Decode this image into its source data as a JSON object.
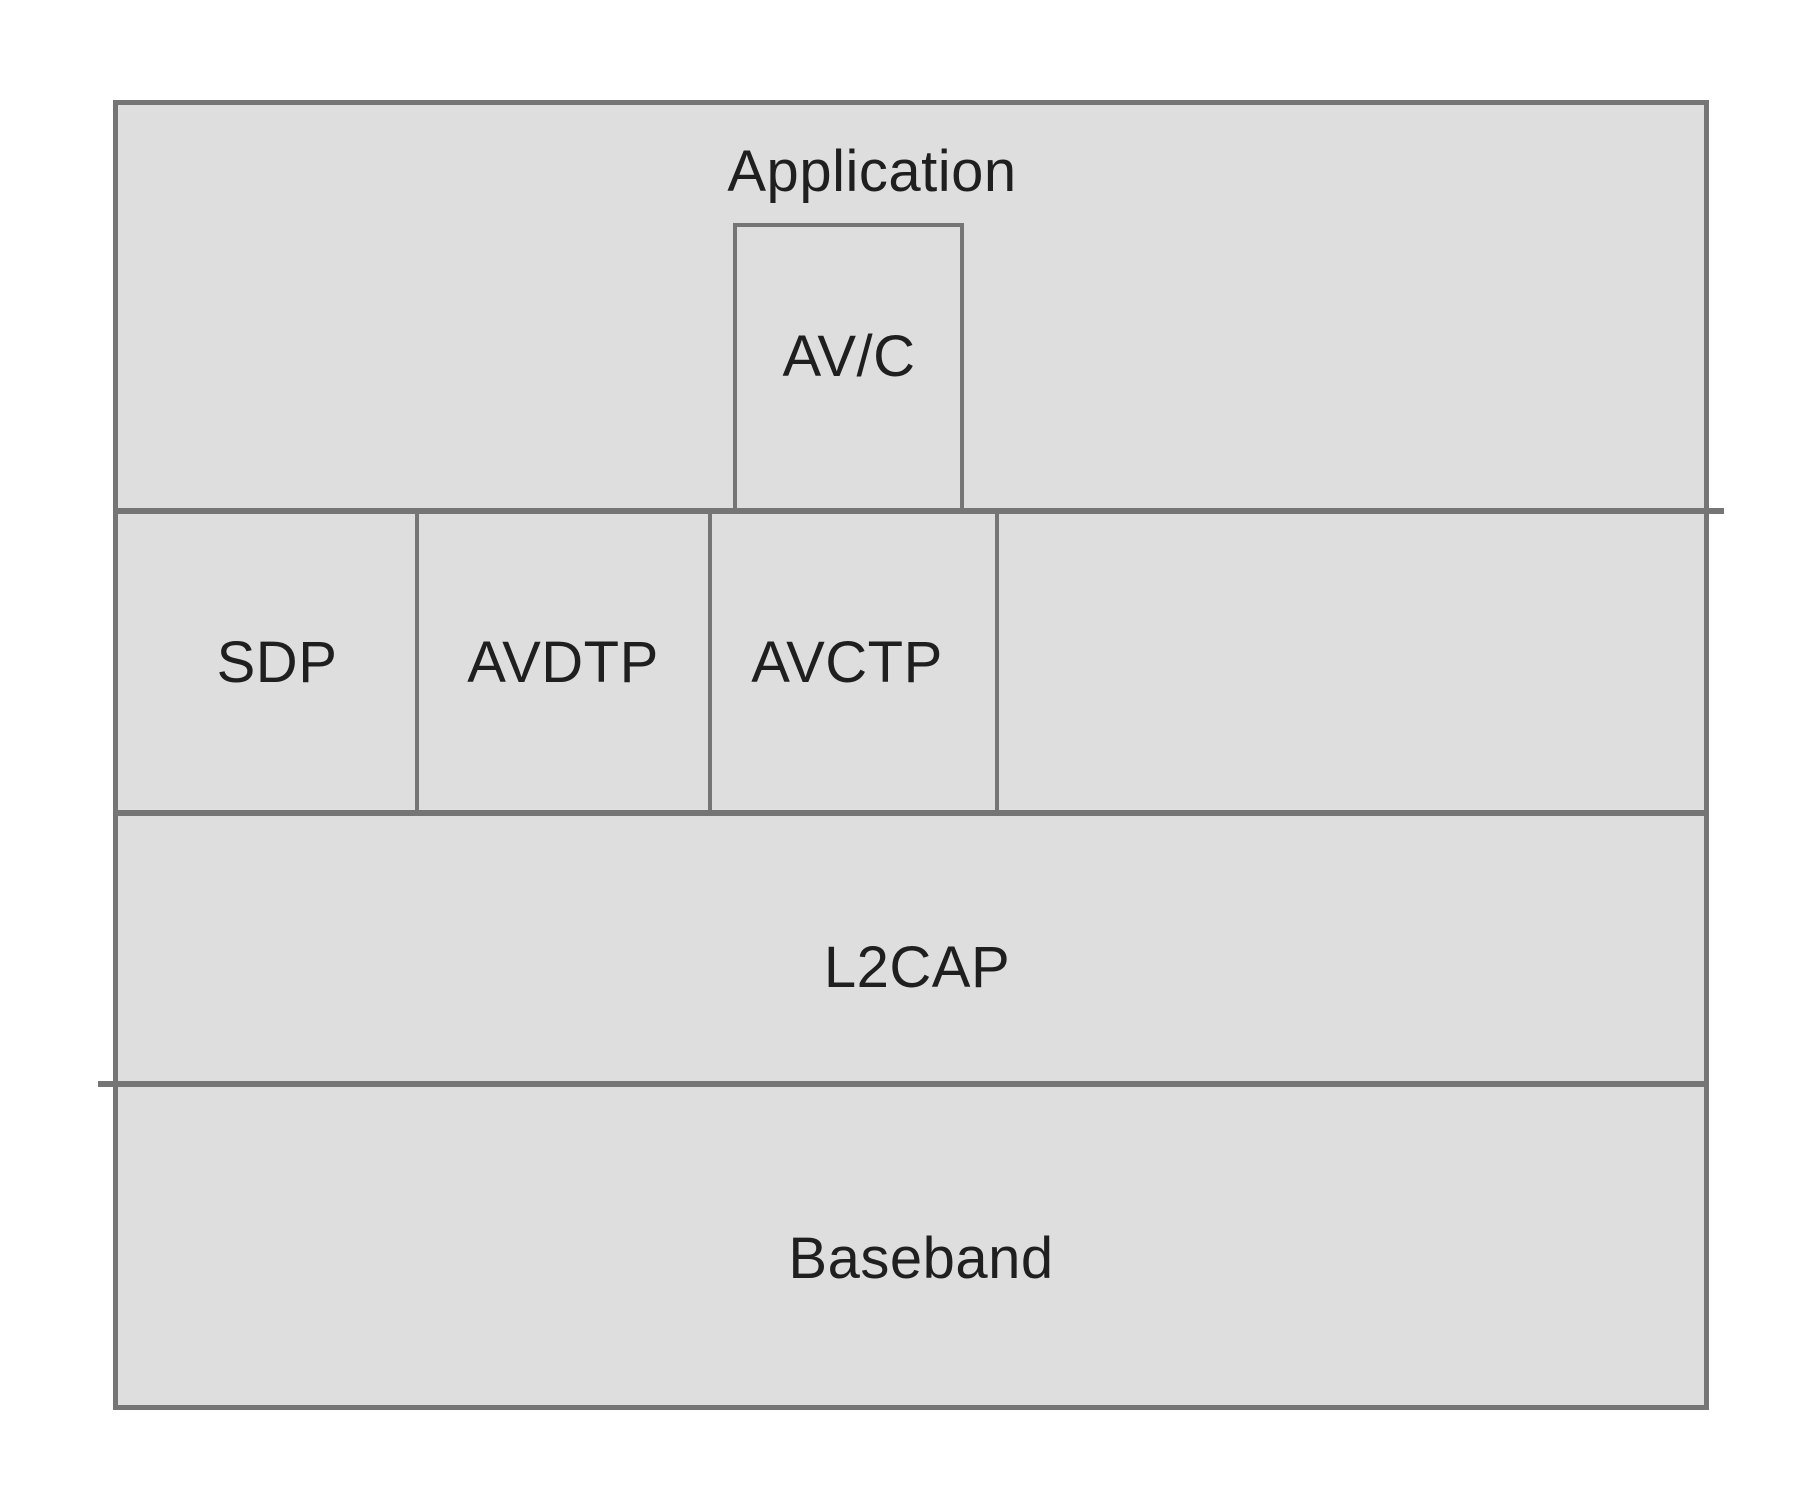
{
  "diagram": {
    "type": "layered-protocol-stack",
    "nodes": {
      "application": {
        "label": "Application"
      },
      "avc": {
        "label": "AV/C"
      },
      "sdp": {
        "label": "SDP"
      },
      "avdtp": {
        "label": "AVDTP"
      },
      "avctp": {
        "label": "AVCTP"
      },
      "l2cap": {
        "label": "L2CAP"
      },
      "baseband": {
        "label": "Baseband"
      }
    },
    "colors": {
      "background": "#ffffff",
      "fill": "#dedede",
      "line": "#757575",
      "text": "#1f1f1f"
    }
  }
}
